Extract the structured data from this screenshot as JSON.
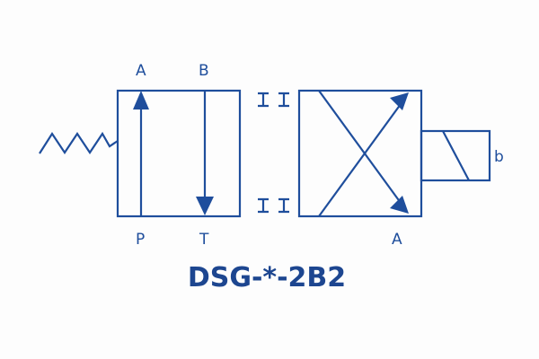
{
  "title": "DSG-*-2B2",
  "ports": {
    "left_top_a": "A",
    "left_top_b": "B",
    "left_bottom_p": "P",
    "left_bottom_t": "T",
    "right_bottom_a": "A"
  },
  "solenoid_label": "b",
  "detent_marks": [
    "I I",
    "I I"
  ],
  "colors": {
    "line": "#1f4e9c",
    "title": "#1d4690"
  }
}
